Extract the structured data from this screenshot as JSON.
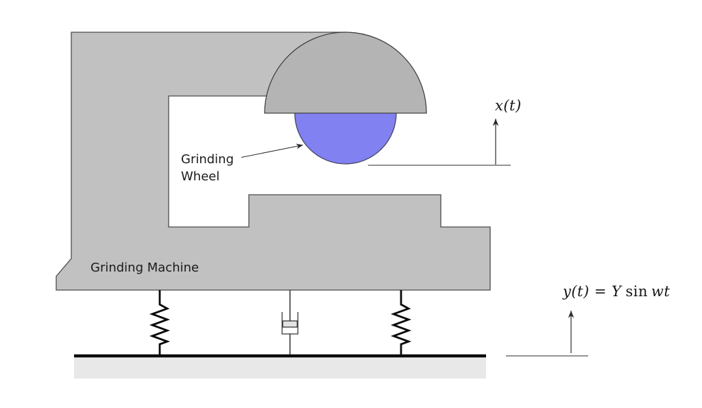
{
  "figure": {
    "labels": {
      "wheel_line1": "Grinding",
      "wheel_line2": "Wheel",
      "machine": "Grinding Machine",
      "x_displacement": "x(t)",
      "y_excitation_lhs": "y(t) = Y",
      "y_excitation_fn": "sin",
      "y_excitation_arg": "wt"
    },
    "colors": {
      "machine_gray": "#c1c1c1",
      "dome_gray": "#b4b4b4",
      "wheel_blue": "#8181f2",
      "ground_fill": "#e8e8e8",
      "ink": "#1b1b1b"
    }
  }
}
